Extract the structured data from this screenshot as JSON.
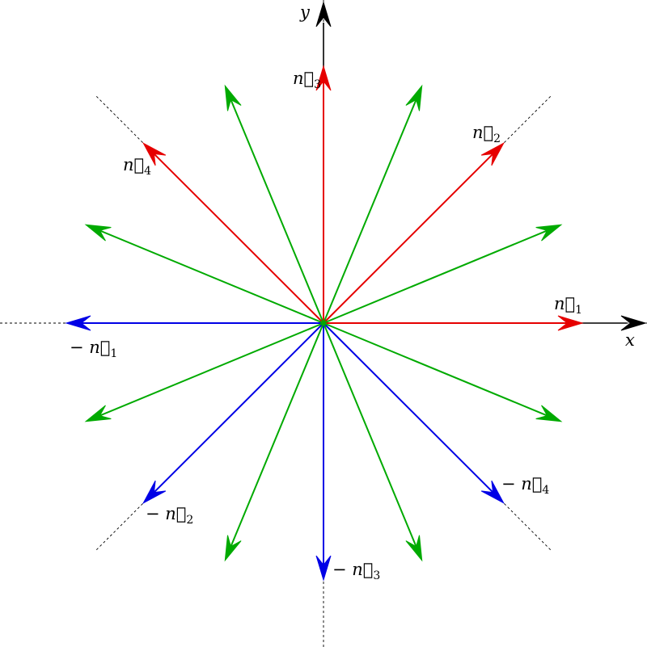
{
  "axes": {
    "x_label": "x",
    "y_label": "y"
  },
  "colors": {
    "axis": "#000000",
    "positive_normal": "#e60000",
    "negative_normal": "#0000e6",
    "other_direction": "#00aa00",
    "guide": "#000000"
  },
  "vectors": [
    {
      "id": "n1",
      "angle_deg": 0,
      "group": "positive",
      "base": "n",
      "sub": "1",
      "minus": false
    },
    {
      "id": "n2",
      "angle_deg": 45,
      "group": "positive",
      "base": "n",
      "sub": "2",
      "minus": false
    },
    {
      "id": "n3",
      "angle_deg": 90,
      "group": "positive",
      "base": "n",
      "sub": "3",
      "minus": false
    },
    {
      "id": "n4",
      "angle_deg": 135,
      "group": "positive",
      "base": "n",
      "sub": "4",
      "minus": false
    },
    {
      "id": "mn1",
      "angle_deg": 180,
      "group": "negative",
      "base": "n",
      "sub": "1",
      "minus": true
    },
    {
      "id": "mn2",
      "angle_deg": 225,
      "group": "negative",
      "base": "n",
      "sub": "2",
      "minus": true
    },
    {
      "id": "mn3",
      "angle_deg": 270,
      "group": "negative",
      "base": "n",
      "sub": "3",
      "minus": true
    },
    {
      "id": "mn4",
      "angle_deg": 315,
      "group": "negative",
      "base": "n",
      "sub": "4",
      "minus": true
    },
    {
      "id": "g1",
      "angle_deg": 22.5,
      "group": "other"
    },
    {
      "id": "g2",
      "angle_deg": 67.5,
      "group": "other"
    },
    {
      "id": "g3",
      "angle_deg": 112.5,
      "group": "other"
    },
    {
      "id": "g4",
      "angle_deg": 157.5,
      "group": "other"
    },
    {
      "id": "g5",
      "angle_deg": 202.5,
      "group": "other"
    },
    {
      "id": "g6",
      "angle_deg": 247.5,
      "group": "other"
    },
    {
      "id": "g7",
      "angle_deg": 292.5,
      "group": "other"
    },
    {
      "id": "g8",
      "angle_deg": 337.5,
      "group": "other"
    }
  ],
  "labels": [
    {
      "vector": "n1",
      "minus": "",
      "base": "n",
      "sub": "1"
    },
    {
      "vector": "n2",
      "minus": "",
      "base": "n",
      "sub": "2"
    },
    {
      "vector": "n3",
      "minus": "",
      "base": "n",
      "sub": "3"
    },
    {
      "vector": "n4",
      "minus": "",
      "base": "n",
      "sub": "4"
    },
    {
      "vector": "mn1",
      "minus": "−",
      "base": "n",
      "sub": "1"
    },
    {
      "vector": "mn2",
      "minus": "−",
      "base": "n",
      "sub": "2"
    },
    {
      "vector": "mn3",
      "minus": "−",
      "base": "n",
      "sub": "3"
    },
    {
      "vector": "mn4",
      "minus": "−",
      "base": "n",
      "sub": "4"
    }
  ]
}
